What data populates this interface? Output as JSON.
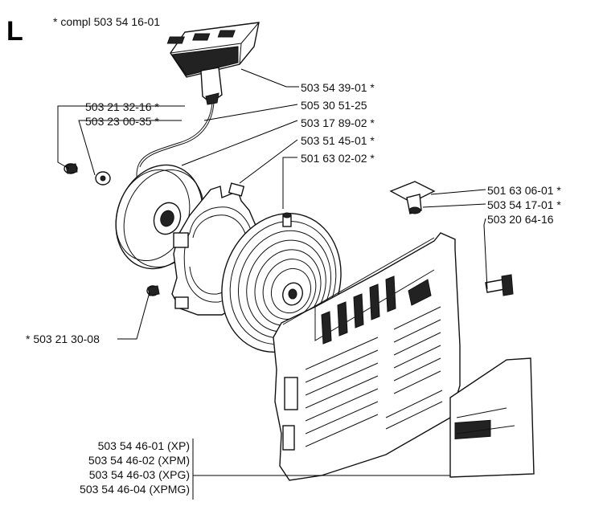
{
  "diagram": {
    "section_letter": "L",
    "kit_note": "* compl 503 54 16-01",
    "labels": {
      "p1": "503 54 39-01  *",
      "p2": "505 30 51-25",
      "p3": "503 17 89-02  *",
      "p4": "503 51 45-01  *",
      "p5": "501 63 02-02  *",
      "p6": "501 63 06-01  *",
      "p7": "503 54 17-01  *",
      "p8": "503 20 64-16",
      "p9": "503 21 32-16  *",
      "p10": "503 23 00-35  *",
      "p11": "*  503 21 30-08"
    },
    "decals": [
      "503 54 46-01 (XP)",
      "503 54 46-02 (XPM)",
      "503 54 46-03 (XPG)",
      "503 54 46-04 (XPMG)"
    ]
  }
}
